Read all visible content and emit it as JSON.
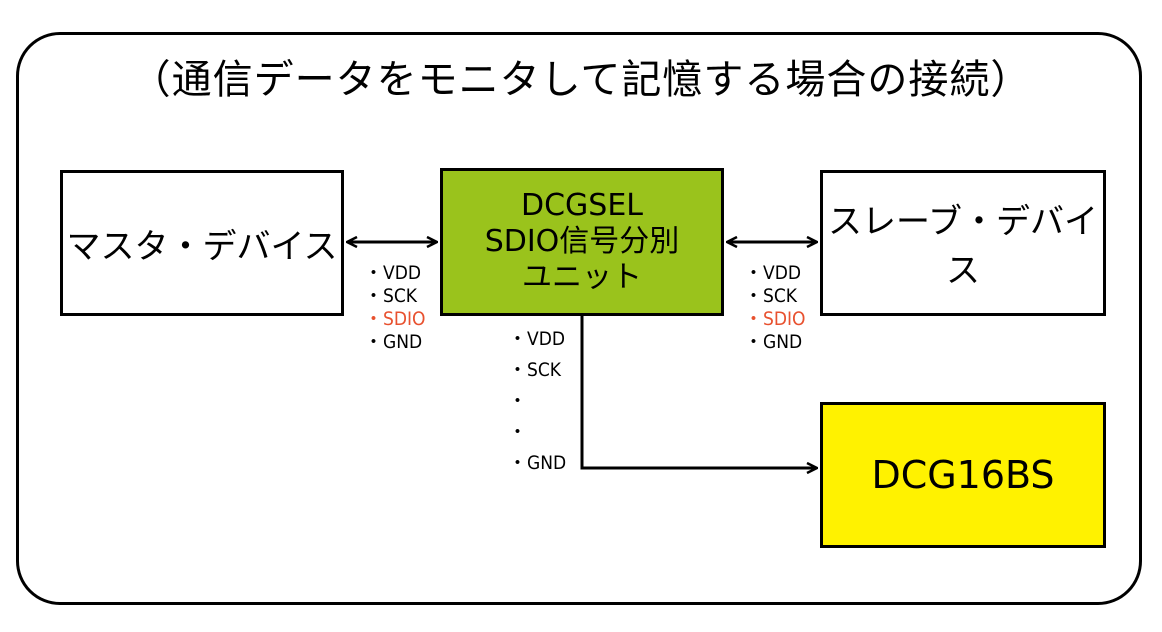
{
  "title": "（通信データをモニタして記憶する場合の接続）",
  "nodes": {
    "master": "マスタ・デバイス",
    "slave": "スレーブ・デバイス",
    "center": {
      "line1": "DCGSEL",
      "line2": "SDIO信号分別",
      "line3": "ユニット"
    },
    "logger": "DCG16BS"
  },
  "signals_left": [
    "・VDD",
    "・SCK",
    "・SDIO",
    "・GND"
  ],
  "signals_right": [
    "・VDD",
    "・SCK",
    "・SDIO",
    "・GND"
  ],
  "signals_down": [
    "・VDD",
    "・SCK",
    "・",
    "・",
    "・GND"
  ],
  "colors": {
    "center_fill": "#9ac31c",
    "logger_fill": "#fff200",
    "sdio_highlight": "#e8512f"
  }
}
